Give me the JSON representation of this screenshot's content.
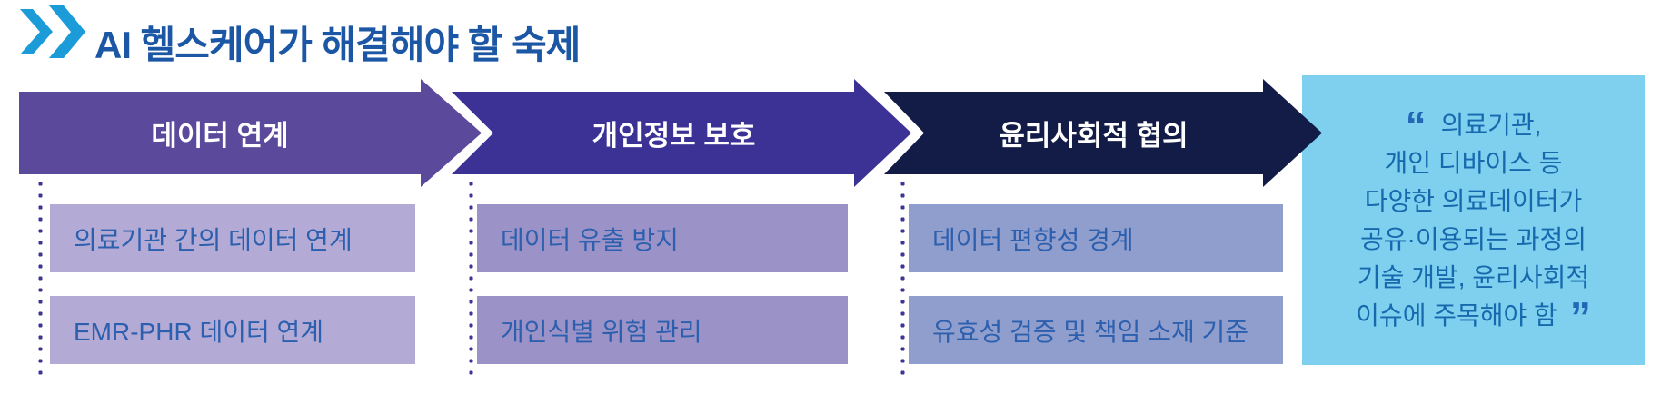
{
  "title": "AI 헬스케어가 해결해야 할 숙제",
  "colors": {
    "title_text": "#1b57a5",
    "header_chevron": "#1b9cd8",
    "arrow_label_text": "#ffffff",
    "item_text": "#2c5fae",
    "dotted_line": "#3b3596"
  },
  "steps": [
    {
      "label": "데이터 연계",
      "arrow_color": "#5b4a9c",
      "item_bg": "#b3abd6",
      "items": [
        "의료기관 간의 데이터 연계",
        "EMR-PHR 데이터 연계"
      ]
    },
    {
      "label": "개인정보 보호",
      "arrow_color": "#3c3296",
      "item_bg": "#9b93c8",
      "items": [
        "데이터 유출 방지",
        "개인식별 위험 관리"
      ]
    },
    {
      "label": "윤리사회적 협의",
      "arrow_color": "#131b47",
      "item_bg": "#8f9ecd",
      "items": [
        "데이터 편향성 경계",
        "유효성 검증 및 책임 소재 기준"
      ]
    }
  ],
  "quote": {
    "bg": "#7ed0ee",
    "text_color": "#1769ae",
    "open_mark": "“",
    "close_mark": "”",
    "lines": [
      "의료기관,",
      "개인 디바이스 등",
      "다양한 의료데이터가",
      "공유·이용되는 과정의",
      "기술 개발, 윤리사회적",
      "이슈에 주목해야 함"
    ]
  }
}
